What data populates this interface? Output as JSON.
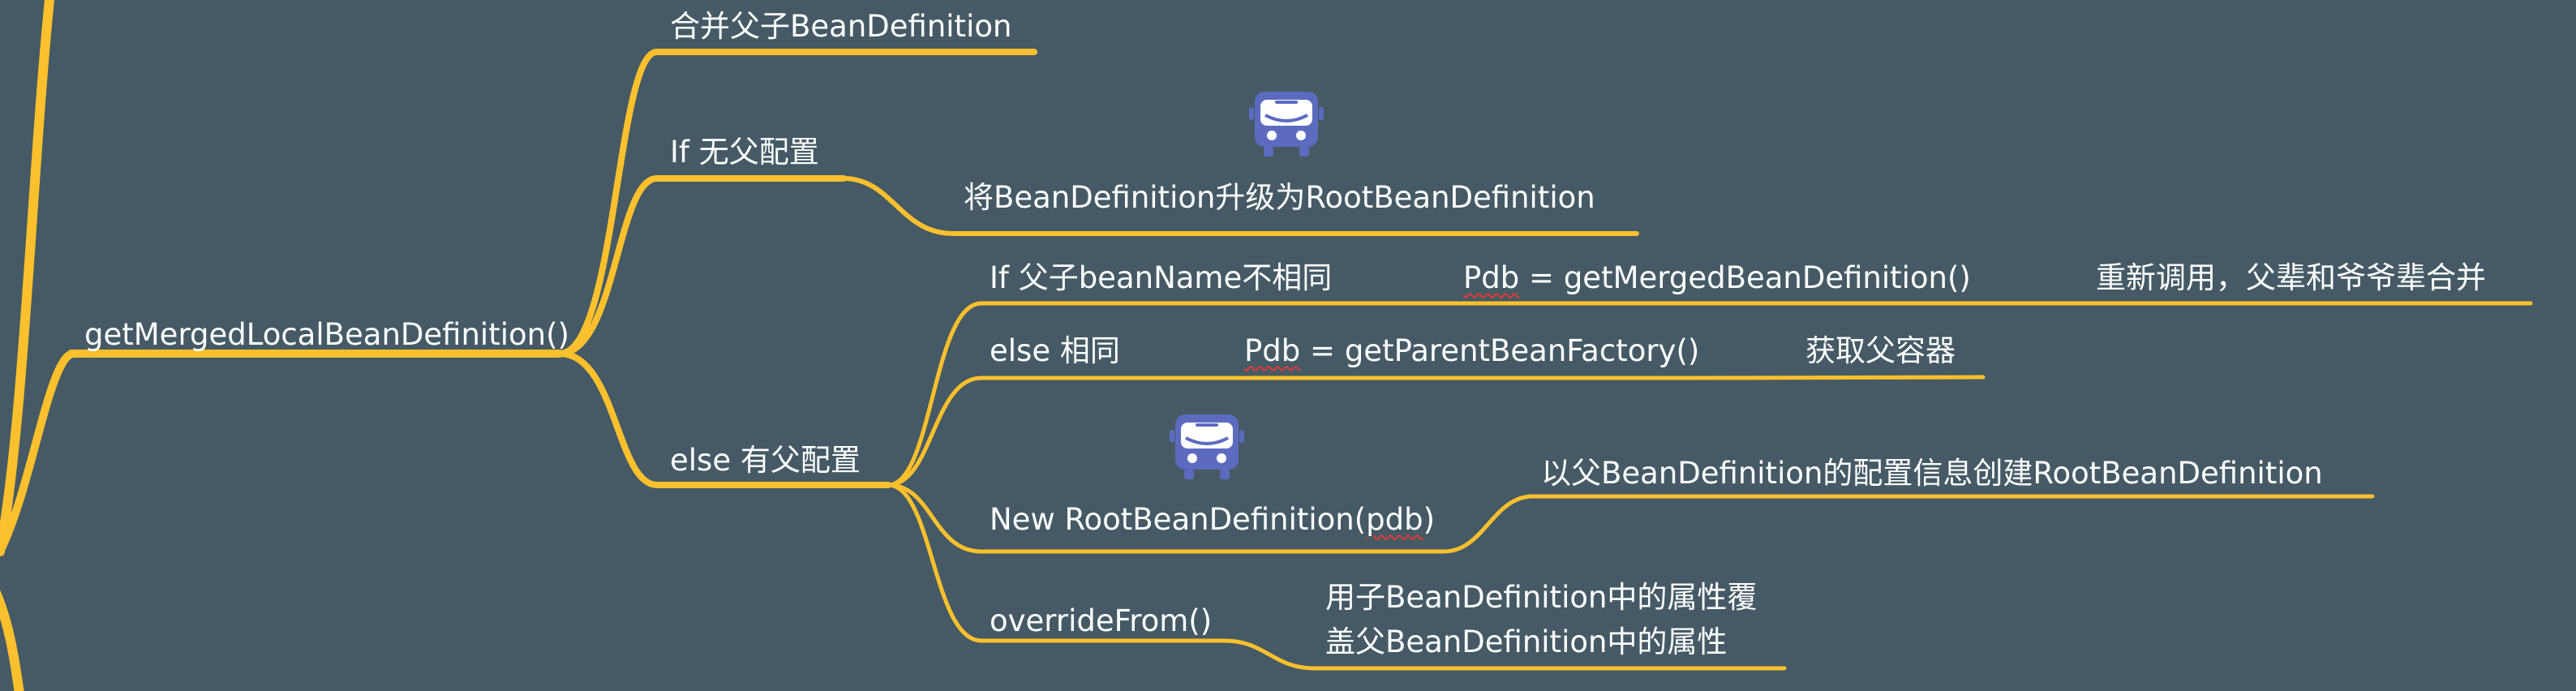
{
  "mindmap": {
    "root": {
      "label": "getMergedLocalBeanDefinition()"
    },
    "branches": {
      "merge": {
        "label": "合并父子BeanDefinition"
      },
      "no_parent": {
        "label": "If 无父配置",
        "child": {
          "label": "将BeanDefinition升级为RootBeanDefinition",
          "icon": "bus-icon"
        }
      },
      "has_parent": {
        "label": "else 有父配置",
        "diff_name": {
          "label": "If 父子beanName不相同",
          "pdb_prefix": "Pdb",
          "call": " = getMergedBeanDefinition()",
          "note": "重新调用，父辈和爷爷辈合并"
        },
        "same_name": {
          "label": "else 相同",
          "pdb_prefix": "Pdb",
          "call": " = getParentBeanFactory()",
          "note": "获取父容器"
        },
        "new_root": {
          "label_prefix": "New RootBeanDefinition(",
          "label_arg": "pdb",
          "label_suffix": ")",
          "icon": "bus-icon",
          "note": "以父BeanDefinition的配置信息创建RootBeanDefinition"
        },
        "override": {
          "label": "overrideFrom()",
          "note_line1": "用子BeanDefinition中的属性覆",
          "note_line2": "盖父BeanDefinition中的属性"
        }
      }
    },
    "colors": {
      "background": "#455a64",
      "branch": "#fbc02d",
      "text": "#ffffff",
      "icon": "#5c6bc0"
    }
  }
}
